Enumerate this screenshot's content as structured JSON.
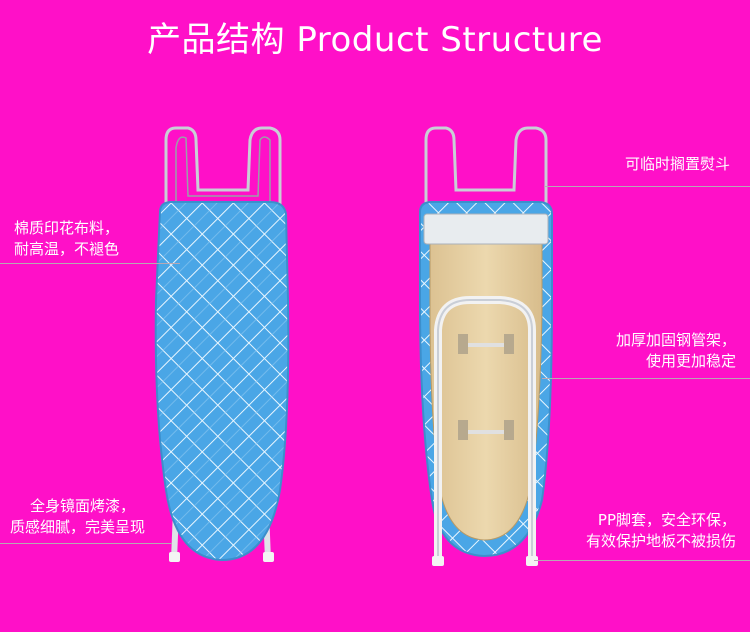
{
  "title": "产品结构 Product Structure",
  "colors": {
    "background": "#ff10c8",
    "fabric": "#4aa6e6",
    "pattern": "#e9f6ff",
    "frame": "#c9ced6",
    "wood": "#e7d2a6"
  },
  "callouts": {
    "fabric": [
      "棉质印花布料，",
      "耐高温，不褪色"
    ],
    "finish": [
      "全身镜面烤漆，",
      "质感细腻，完美呈现"
    ],
    "rest": [
      "可临时搁置熨斗"
    ],
    "frame": [
      "加厚加固钢管架，",
      "使用更加稳定"
    ],
    "feet": [
      "PP脚套，安全环保，",
      "有效保护地板不被损伤"
    ]
  }
}
